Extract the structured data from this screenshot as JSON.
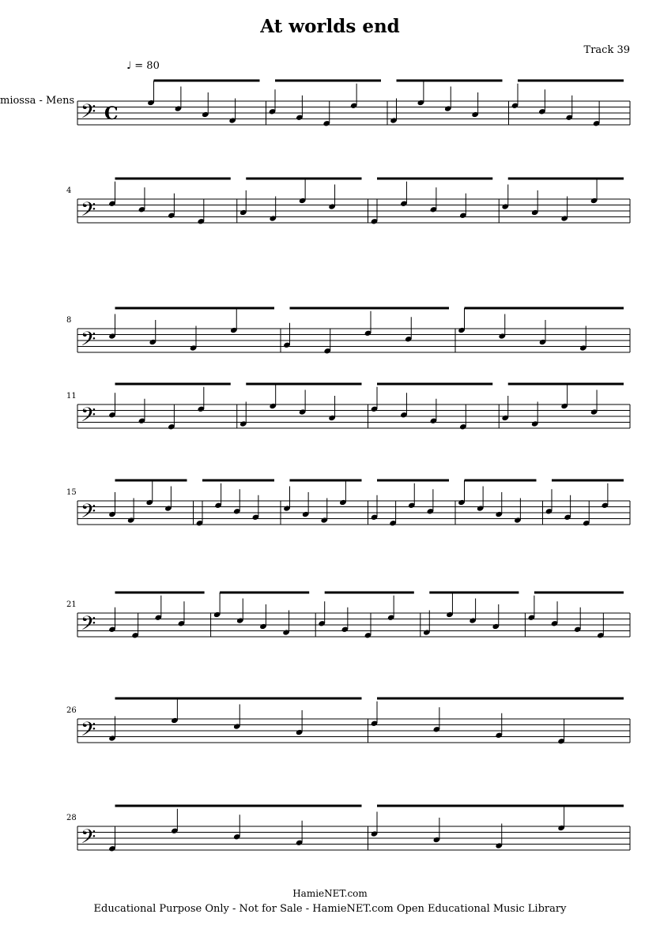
{
  "header": {
    "title": "At worlds end",
    "track": "Track 39",
    "instrument": "miossa - Mens",
    "tempo_value": "= 80"
  },
  "systems": [
    {
      "measure_number": "",
      "measures": 4
    },
    {
      "measure_number": "4",
      "measures": 4
    },
    {
      "measure_number": "8",
      "measures": 3
    },
    {
      "measure_number": "11",
      "measures": 4
    },
    {
      "measure_number": "15",
      "measures": 6
    },
    {
      "measure_number": "21",
      "measures": 5
    },
    {
      "measure_number": "26",
      "measures": 2
    },
    {
      "measure_number": "28",
      "measures": 2
    }
  ],
  "footer": {
    "site": "HamieNET.com",
    "notice": "Educational Purpose Only - Not for Sale - HamieNET.com Open Educational Music Library"
  }
}
